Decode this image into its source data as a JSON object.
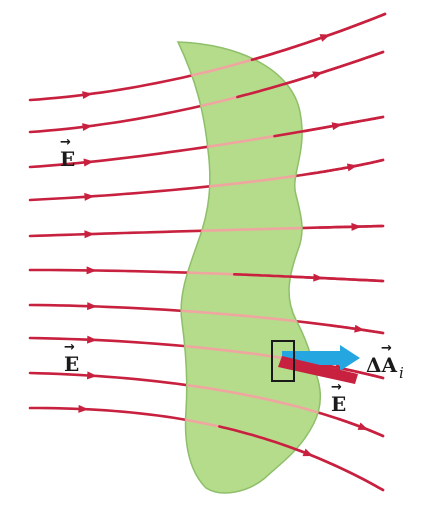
{
  "labels": {
    "field_symbol": "E",
    "area_symbol": "ΔA",
    "area_subscript": "i"
  },
  "colors": {
    "surface_fill": "#b4dc8a",
    "surface_stroke": "#8fbf6a",
    "field_line": "#c8213f",
    "field_line_over_surface": "#f0a6a0",
    "area_vector": "#25a6e0",
    "element_outline": "#1a1a1a"
  }
}
